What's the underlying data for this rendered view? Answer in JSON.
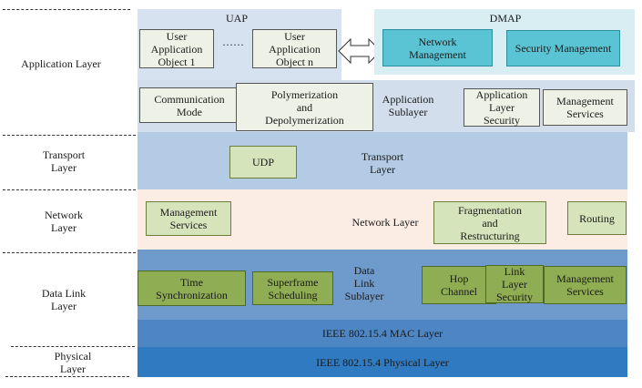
{
  "left_labels": {
    "application": "Application Layer",
    "transport": "Transport\nLayer",
    "network": "Network\nLayer",
    "datalink": "Data Link\nLayer",
    "physical": "Physical\nLayer"
  },
  "uap": {
    "title": "UAP",
    "object1": "User\nApplication\nObject 1",
    "ellipsis": "……",
    "objectn": "User\nApplication\nObject n"
  },
  "dmap": {
    "title": "DMAP",
    "network_management": "Network\nManagement",
    "security_management": "Security Management"
  },
  "application_sublayer": {
    "communication_mode": "Communication\nMode",
    "polymerization": "Polymerization\nand\nDepolymerization",
    "label": "Application\nSublayer",
    "layer_security": "Application\nLayer\nSecurity",
    "management_services": "Management\nServices"
  },
  "transport": {
    "udp": "UDP",
    "label": "Transport\nLayer"
  },
  "network": {
    "management_services": "Management\nServices",
    "label": "Network Layer",
    "fragmentation": "Fragmentation\nand\nRestructuring",
    "routing": "Routing"
  },
  "datalink": {
    "time_sync": "Time\nSynchronization",
    "superframe": "Superframe\nScheduling",
    "label": "Data\nLink\nSublayer",
    "hop_channel": "Hop\nChannel",
    "link_security": "Link\nLayer\nSecurity",
    "management_services": "Management\nServices"
  },
  "mac": {
    "label": "IEEE 802.15.4 MAC Layer"
  },
  "phy": {
    "label": "IEEE 802.15.4 Physical Layer"
  },
  "colors": {
    "uap_bg": "#d6e2f0",
    "dmap_bg": "#d8eef2",
    "app_sublayer_bg": "#d2deeb",
    "transport_bg": "#b3cbe4",
    "network_bg": "#fbece4",
    "datalink_bg": "#6f9bcc",
    "mac_bg": "#4d86c2",
    "phy_bg": "#2f7ac0"
  }
}
